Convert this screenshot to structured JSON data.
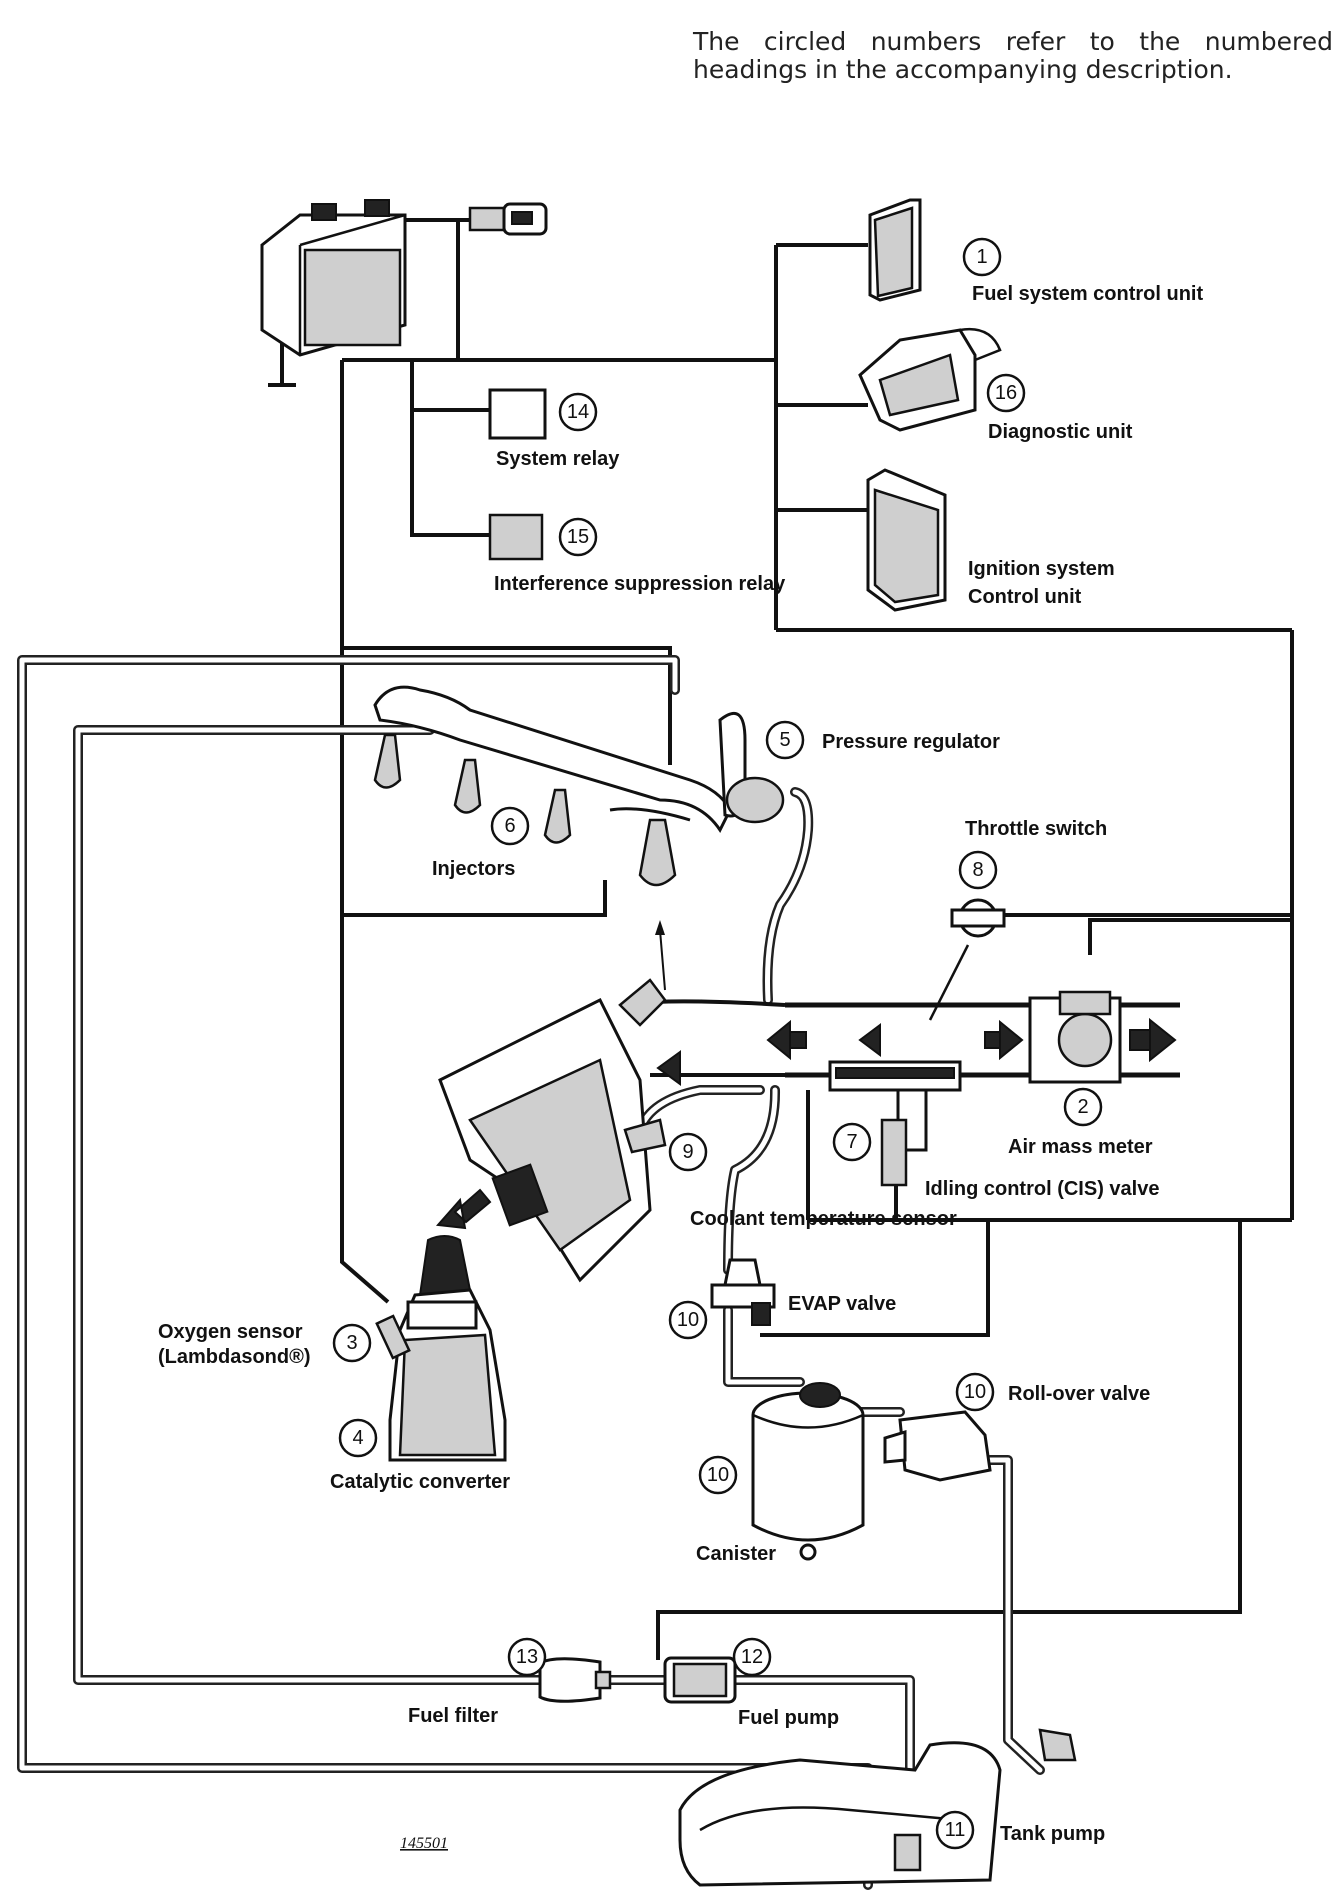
{
  "note": {
    "line1": "The circled numbers refer to the numbered",
    "line2": "headings in the accompanying description."
  },
  "figure_id": "145501",
  "components": {
    "c1": {
      "num": "1",
      "label": "Fuel system control unit"
    },
    "c16": {
      "num": "16",
      "label": "Diagnostic unit"
    },
    "c14": {
      "num": "14",
      "label": "System relay"
    },
    "c15": {
      "num": "15",
      "label": "Interference suppression relay"
    },
    "ign": {
      "label1": "Ignition system",
      "label2": "Control unit"
    },
    "c5": {
      "num": "5",
      "label": "Pressure regulator"
    },
    "c6": {
      "num": "6",
      "label": "Injectors"
    },
    "c8": {
      "num": "8",
      "label": "Throttle switch"
    },
    "c2": {
      "num": "2",
      "label": "Air mass meter"
    },
    "c7": {
      "num": "7",
      "label": "Idling control (CIS) valve"
    },
    "c9": {
      "num": "9",
      "label": "Coolant temperature sensor"
    },
    "c3": {
      "num": "3",
      "label1": "Oxygen sensor",
      "label2": "(Lambdasond®)"
    },
    "c4": {
      "num": "4",
      "label": "Catalytic converter"
    },
    "c10a": {
      "num": "10",
      "label": "EVAP valve"
    },
    "c10b": {
      "num": "10",
      "label": "Roll-over valve"
    },
    "c10c": {
      "num": "10",
      "label": "Canister"
    },
    "c13": {
      "num": "13",
      "label": "Fuel filter"
    },
    "c12": {
      "num": "12",
      "label": "Fuel pump"
    },
    "c11": {
      "num": "11",
      "label": "Tank pump"
    }
  }
}
